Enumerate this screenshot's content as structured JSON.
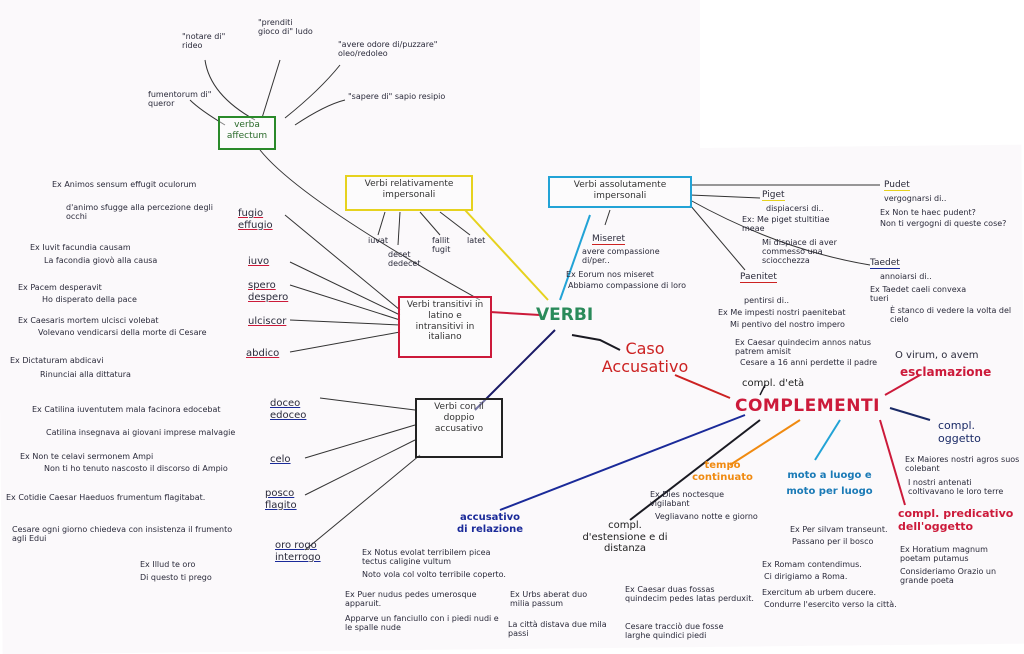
{
  "verba_affectum": {
    "title": "verba affectum",
    "items": [
      "\"notare di\" rideo",
      "\"prenditi gioco di\" ludo",
      "\"avere odore di/puzzare\" oleo/redoleo",
      "\"sapere di\" sapio resipio",
      "fumentorum di\" queror"
    ]
  },
  "verbi_relativamente": {
    "title": "Verbi relativamente impersonali",
    "items": [
      "iuvat",
      "decet dedecet",
      "fallit fugit",
      "latet"
    ]
  },
  "verbi_assolutamente": {
    "title": "Verbi assolutamente impersonali",
    "miseret": {
      "word": "Miseret",
      "gloss": "avere compassione di/per..",
      "ex1": "Ex Eorum nos miseret",
      "ex2": "Abbiamo compassione di loro"
    },
    "piget": {
      "word": "Piget",
      "gloss": "dispiacersi di..",
      "ex1": "Ex: Me piget stultitiae meae",
      "ex2": "Mi dispiace di aver commesso una sciocchezza"
    },
    "pudet": {
      "word": "Pudet",
      "gloss": "vergognarsi di..",
      "ex1": "Ex Non te haec pudent?",
      "ex2": "Non ti vergogni di queste cose?"
    },
    "taedet": {
      "word": "Taedet",
      "gloss": "annoiarsi di..",
      "ex1": "Ex Taedet caeli convexa tueri",
      "ex2": "È stanco di vedere la volta del cielo"
    },
    "paenitet": {
      "word": "Paenitet",
      "gloss": "pentirsi di..",
      "ex1": "Ex Me impesti nostri paenitebat",
      "ex2": "Mi pentivo del nostro impero"
    }
  },
  "verbi_transitivi": {
    "title": "Verbi transitivi in latino e intransitivi in italiano",
    "fugio": {
      "word": "fugio effugio",
      "ex1": "Ex Animos sensum effugit oculorum",
      "ex2": "d'animo sfugge alla percezione degli occhi"
    },
    "iuvo": {
      "word": "iuvo",
      "ex1": "Ex Iuvit facundia causam",
      "ex2": "La facondia giovò alla causa"
    },
    "spero": {
      "word": "spero despero",
      "ex1": "Ex Pacem desperavit",
      "ex2": "Ho disperato della pace"
    },
    "ulciscor": {
      "word": "ulciscor",
      "ex1": "Ex Caesaris mortem ulcisci volebat",
      "ex2": "Volevano vendicarsi della morte di Cesare"
    },
    "abdico": {
      "word": "abdico",
      "ex1": "Ex Dictaturam abdicavi",
      "ex2": "Rinunciai alla dittatura"
    }
  },
  "verbi_doppio": {
    "title": "Verbi con il doppio accusativo",
    "doceo": {
      "word": "doceo edoceo",
      "ex1": "Ex Catilina iuventutem mala facinora edocebat",
      "ex2": "Catilina insegnava ai giovani imprese malvagie"
    },
    "celo": {
      "word": "celo",
      "ex1": "Ex Non te celavi sermonem Ampi",
      "ex2": "Non ti ho tenuto nascosto il discorso di Ampio"
    },
    "posco": {
      "word": "posco flagito",
      "ex1": "Ex Cotidie Caesar Haeduos frumentum flagitabat.",
      "ex2": "Cesare ogni giorno chiedeva con insistenza il frumento agli Edui"
    },
    "oro": {
      "word": "oro rogo interrogo",
      "ex1": "Ex Illud te oro",
      "ex2": "Di questo ti prego"
    }
  },
  "center": {
    "verbi": "VERBI",
    "caso": "Caso Accusativo",
    "complementi": "COMPLEMENTI"
  },
  "compl_eta": {
    "title": "compl. d'età",
    "ex1": "Ex Caesar quindecim annos natus patrem amisit",
    "ex2": "Cesare a 16 anni perdette il padre"
  },
  "esclamazione": {
    "title": "esclamazione",
    "ex1": "O virum, o avem"
  },
  "compl_oggetto": {
    "title": "compl. oggetto",
    "ex1": "Ex Maiores nostri agros suos colebant",
    "ex2": "I nostri antenati coltivavano le loro terre"
  },
  "predicativo": {
    "title": "compl. predicativo dell'oggetto",
    "ex1": "Ex Horatium magnum poetam putamus",
    "ex2": "Consideriamo Orazio un grande poeta"
  },
  "moto_luogo": {
    "title": "moto a luogo e moto per luogo",
    "ex1": "Ex Per silvam transeunt.",
    "ex2": "Passano per il bosco",
    "ex3": "Ex Romam contendimus.",
    "ex4": "Ci dirigiamo a Roma.",
    "ex5": "Exercitum ab urbem ducere.",
    "ex6": "Condurre l'esercito verso la città."
  },
  "tempo": {
    "title": "tempo continuato",
    "ex1": "Ex Dies noctesque vigilabant",
    "ex2": "Vegliavano notte e giorno"
  },
  "estensione": {
    "title": "compl. d'estensione e di distanza",
    "ex1": "Ex Urbs aberat duo milia passum",
    "ex2": "La città distava due mila passi",
    "ex3": "Ex Caesar duas fossas quindecim pedes latas perduxit.",
    "ex4": "Cesare tracciò due fosse larghe quindici piedi"
  },
  "relazione": {
    "title": "accusativo di relazione",
    "ex1": "Ex Notus evolat terribilem picea tectus caligine vultum",
    "ex2": "Noto vola col volto terribile coperto.",
    "ex3": "Ex Puer nudus pedes umerosque apparuit.",
    "ex4": "Apparve un fanciullo con i piedi nudi e le spalle nude"
  }
}
